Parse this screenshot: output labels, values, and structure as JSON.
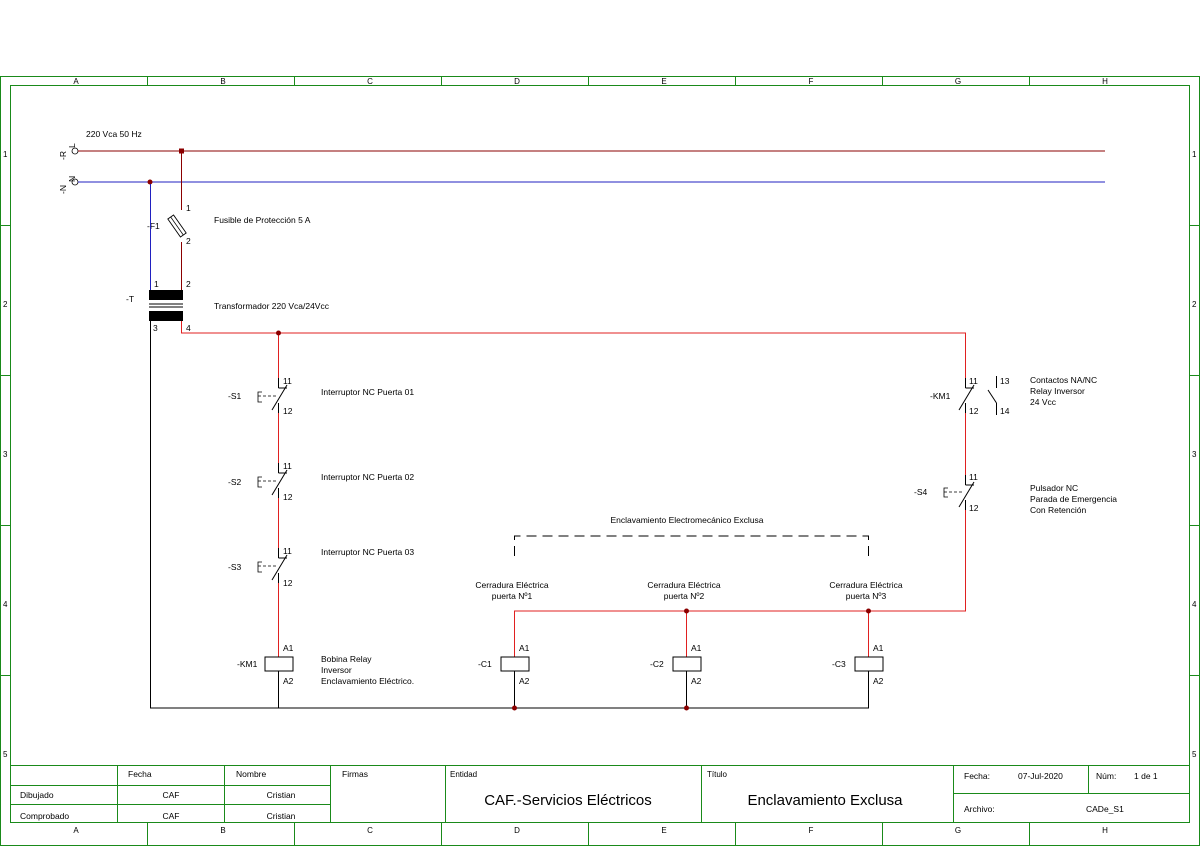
{
  "frame": {
    "columns": [
      "A",
      "B",
      "C",
      "D",
      "E",
      "F",
      "G",
      "H"
    ],
    "rows": [
      "1",
      "2",
      "3",
      "4",
      "5"
    ],
    "frame_color": "#1a8a1a"
  },
  "colors": {
    "line_phase": "#8b0000",
    "line_neutral": "#2020c0",
    "line_control": "#e02020",
    "line_return": "#000000"
  },
  "supply": {
    "label": "220 Vca 50 Hz",
    "phase_tag": "-R",
    "phase_letter": "L",
    "neutral_tag": "-N",
    "neutral_letter": "N"
  },
  "fuse": {
    "tag": "-F1",
    "description": "Fusible de Protección 5 A",
    "pin_top": "1",
    "pin_bottom": "2"
  },
  "transformer": {
    "tag": "-T",
    "description": "Transformador 220 Vca/24Vcc",
    "pins": [
      "1",
      "2",
      "3",
      "4"
    ]
  },
  "switches": [
    {
      "tag": "-S1",
      "description": "Interruptor NC Puerta 01",
      "pin_top": "11",
      "pin_bottom": "12"
    },
    {
      "tag": "-S2",
      "description": "Interruptor NC Puerta 02",
      "pin_top": "11",
      "pin_bottom": "12"
    },
    {
      "tag": "-S3",
      "description": "Interruptor NC Puerta 03",
      "pin_top": "11",
      "pin_bottom": "12"
    }
  ],
  "relay_coil": {
    "tag": "-KM1",
    "description_lines": [
      "Bobina Relay",
      "Inversor",
      "Enclavamiento Eléctrico."
    ],
    "pin_top": "A1",
    "pin_bottom": "A2"
  },
  "relay_contacts": {
    "tag": "-KM1",
    "description_lines": [
      "Contactos NA/NC",
      "Relay Inversor",
      "24 Vcc"
    ],
    "pins": [
      "11",
      "12",
      "13",
      "14"
    ]
  },
  "pushbutton": {
    "tag": "-S4",
    "description_lines": [
      "Pulsador NC",
      "Parada de Emergencia",
      "Con Retención"
    ],
    "pin_top": "11",
    "pin_bottom": "12"
  },
  "interlock_group": {
    "label": "Enclavamiento Electromecánico Exclusa"
  },
  "locks": [
    {
      "tag": "-C1",
      "name_lines": [
        "Cerradura Eléctrica",
        "puerta Nº1"
      ],
      "pin_top": "A1",
      "pin_bottom": "A2"
    },
    {
      "tag": "-C2",
      "name_lines": [
        "Cerradura Eléctrica",
        "puerta Nº2"
      ],
      "pin_top": "A1",
      "pin_bottom": "A2"
    },
    {
      "tag": "-C3",
      "name_lines": [
        "Cerradura Eléctrica",
        "puerta Nº3"
      ],
      "pin_top": "A1",
      "pin_bottom": "A2"
    }
  ],
  "title_block": {
    "col_fecha": "Fecha",
    "col_nombre": "Nombre",
    "col_firmas": "Firmas",
    "entidad_label": "Entidad",
    "entidad_value": "CAF.-Servicios Eléctricos",
    "titulo_label": "Título",
    "titulo_value": "Enclavamiento Exclusa",
    "dibujado_label": "Dibujado",
    "dibujado_fecha": "CAF",
    "dibujado_nombre": "Cristian",
    "comprobado_label": "Comprobado",
    "comprobado_fecha": "CAF",
    "comprobado_nombre": "Cristian",
    "fecha_label": "Fecha:",
    "fecha_value": "07-Jul-2020",
    "num_label": "Núm:",
    "num_value": "1 de 1",
    "archivo_label": "Archivo:",
    "archivo_value": "CADe_S1"
  }
}
